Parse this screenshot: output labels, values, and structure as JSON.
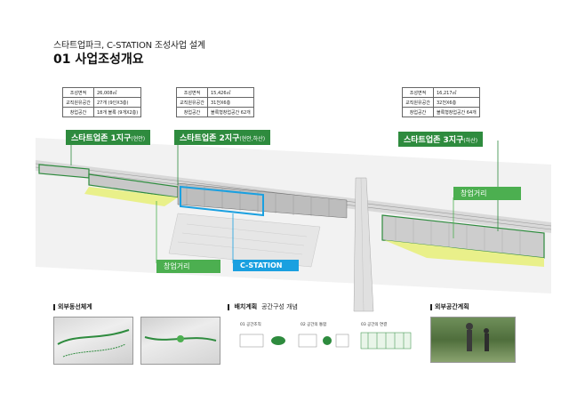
{
  "header": {
    "subtitle": "스타트업파크, C-STATION 조성사업 설계",
    "title": "01 사업조성개요"
  },
  "zones": [
    {
      "label": "스타트업존 1지구",
      "sub": "(현안)"
    },
    {
      "label": "스타트업존 2지구",
      "sub": "(현안,하산)",
      "rows": [
        {
          "k": "조성면적",
          "v": "15,426㎡"
        },
        {
          "k": "교직원유공간",
          "v": "31천X6층"
        },
        {
          "k": "창업공간",
          "v": "블록형창업공간 62개"
        }
      ]
    },
    {
      "label": "스타트업존 3지구",
      "sub": "(하산)",
      "rows": [
        {
          "k": "조성면적",
          "v": "16,217㎡"
        },
        {
          "k": "교직원유공간",
          "v": "32천X6층"
        },
        {
          "k": "창업공간",
          "v": "블록형창업공간 64개"
        }
      ]
    }
  ],
  "zone1_rows": [
    {
      "k": "조성면적",
      "v": "26,008㎡"
    },
    {
      "k": "교직원유공간",
      "v": "27개 (9인X3층)"
    },
    {
      "k": "창업공간",
      "v": "18개 블록 (9개X2층)"
    }
  ],
  "labels": {
    "startup_street_left": "창업거리",
    "startup_street_right": "창업거리",
    "cstation": "C-STATION"
  },
  "sections": {
    "external_flow": "외부동선체계",
    "layout": "배치계획",
    "space_concept": "공간구성 개념",
    "external_space": "외부공간계획"
  },
  "concept_steps": {
    "s1": "01 공간조직",
    "s2": "02 공간의 통합",
    "s3": "03 공간의 연결"
  },
  "colors": {
    "zone_green": "#2e8b3e",
    "street_green": "#4caf50",
    "cstation_blue": "#1aa0e0",
    "yellow_field": "#e9f08a"
  }
}
